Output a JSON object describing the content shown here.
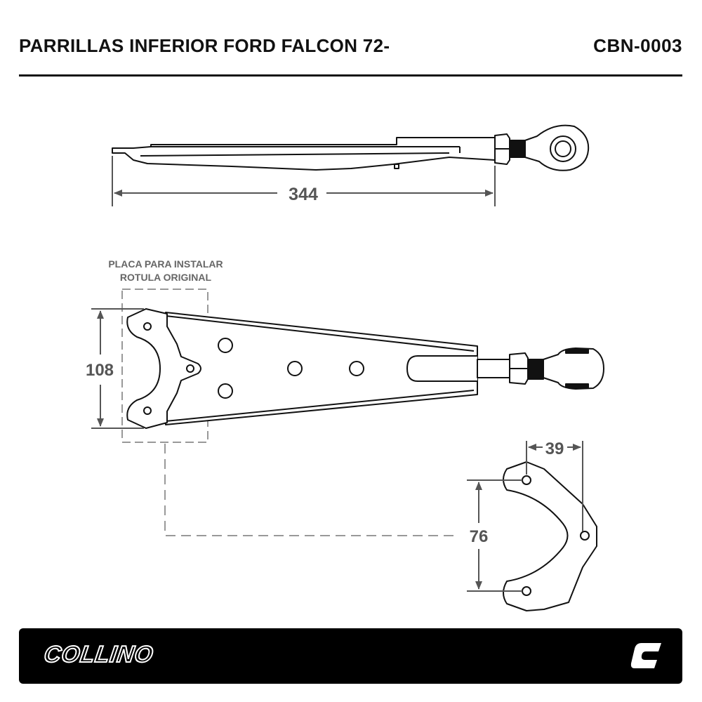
{
  "header": {
    "title": "PARRILLAS INFERIOR FORD FALCON 72-",
    "code": "CBN-0003"
  },
  "dimensions": {
    "side_length": "344",
    "plate_width": "108",
    "detail_height": "76",
    "detail_width": "39"
  },
  "note": {
    "line1": "PLACA PARA INSTALAR",
    "line2": "ROTULA ORIGINAL"
  },
  "footer": {
    "brand": "COLLINO",
    "logo_icon": "collino-c-logo-icon"
  },
  "colors": {
    "line": "#111111",
    "dimension": "#555555",
    "dashed": "#999999",
    "footer_bg": "#000000"
  }
}
